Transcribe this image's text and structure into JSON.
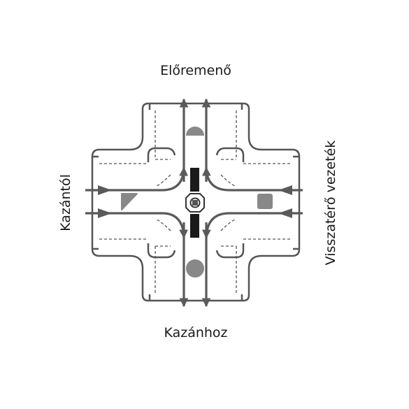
{
  "labels": {
    "top": "Előremenő",
    "bottom": "Kazánhoz",
    "left": "Kazántól",
    "right": "Visszatérő vezeték"
  },
  "colors": {
    "body_outline": "#555555",
    "dashed_lines": "#555555",
    "flow_arrows": "#5a5a5a",
    "rotor_blade": "#1a1a1a",
    "seal_fill": "#888888",
    "label_text": "#1a1a1a"
  },
  "icons": {
    "center": "mixing-valve-rotor-icon"
  }
}
